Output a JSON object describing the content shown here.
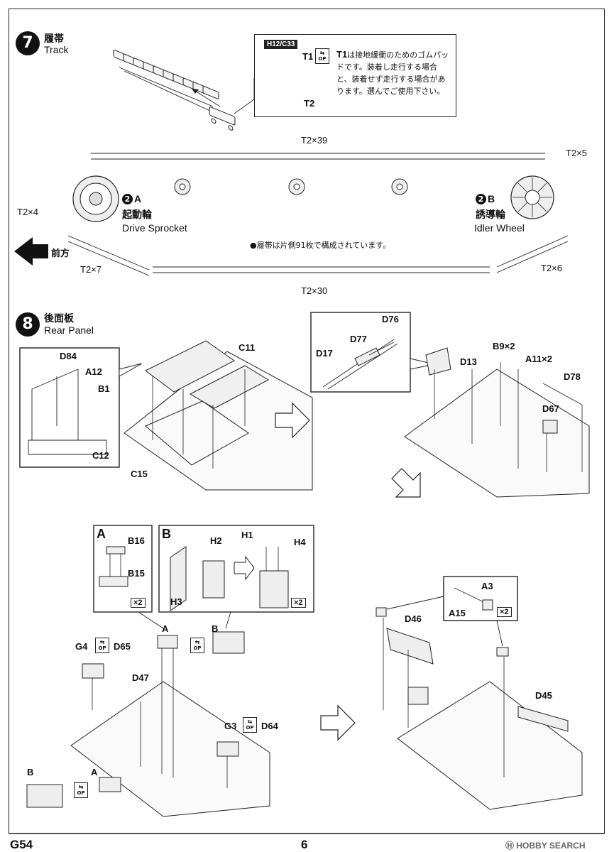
{
  "step7": {
    "number": "7",
    "title_jp": "履帯",
    "title_en": "Track",
    "inset": {
      "tag": "H12/C33",
      "part_t1": "T1",
      "part_t2": "T2",
      "op_text": "OP",
      "note_t1": "T1",
      "note": "は接地緩衝のためのゴムパッドです。装着し走行する場合と、装着せず走行する場合があります。選んでご使用下さい。"
    },
    "counts": {
      "top": "T2×39",
      "right_top": "T2×5",
      "left": "T2×4",
      "left_bottom": "T2×7",
      "bottom": "T2×30",
      "right_bottom": "T2×6"
    },
    "drive_sprocket": {
      "ref_num": "2",
      "ref_letter": "A",
      "jp": "起動輪",
      "en": "Drive Sprocket"
    },
    "idler_wheel": {
      "ref_num": "2",
      "ref_letter": "B",
      "jp": "誘導輪",
      "en": "Idler Wheel"
    },
    "front_label": "前方",
    "track_note": "●履帯は片側91枚で構成されています。"
  },
  "step8": {
    "number": "8",
    "title_jp": "後面板",
    "title_en": "Rear Panel",
    "labels": {
      "d84": "D84",
      "a12": "A12",
      "b1": "B1",
      "c12": "C12",
      "c11": "C11",
      "c15": "C15",
      "d76": "D76",
      "d77": "D77",
      "d17": "D17",
      "d13": "D13",
      "b9": "B9×2",
      "a11": "A11×2",
      "d78": "D78",
      "d67": "D67"
    },
    "sub_a": {
      "letter": "A",
      "b16": "B16",
      "b15": "B15",
      "mult": "×2"
    },
    "sub_b": {
      "letter": "B",
      "h2": "H2",
      "h1": "H1",
      "h4": "H4",
      "h3": "H3",
      "mult": "×2"
    },
    "lower_left": {
      "g4": "G4",
      "d65": "D65",
      "a_label": "A",
      "b_label": "B",
      "d47": "D47",
      "g3": "G3",
      "d64": "D64",
      "b_bottom": "B",
      "a_bottom": "A",
      "op": "OP"
    },
    "lower_right": {
      "a3": "A3",
      "a15": "A15",
      "mult": "×2",
      "d46": "D46",
      "d45": "D45"
    }
  },
  "footer": {
    "code": "G54",
    "page": "6",
    "watermark": "HOBBY SEARCH"
  }
}
